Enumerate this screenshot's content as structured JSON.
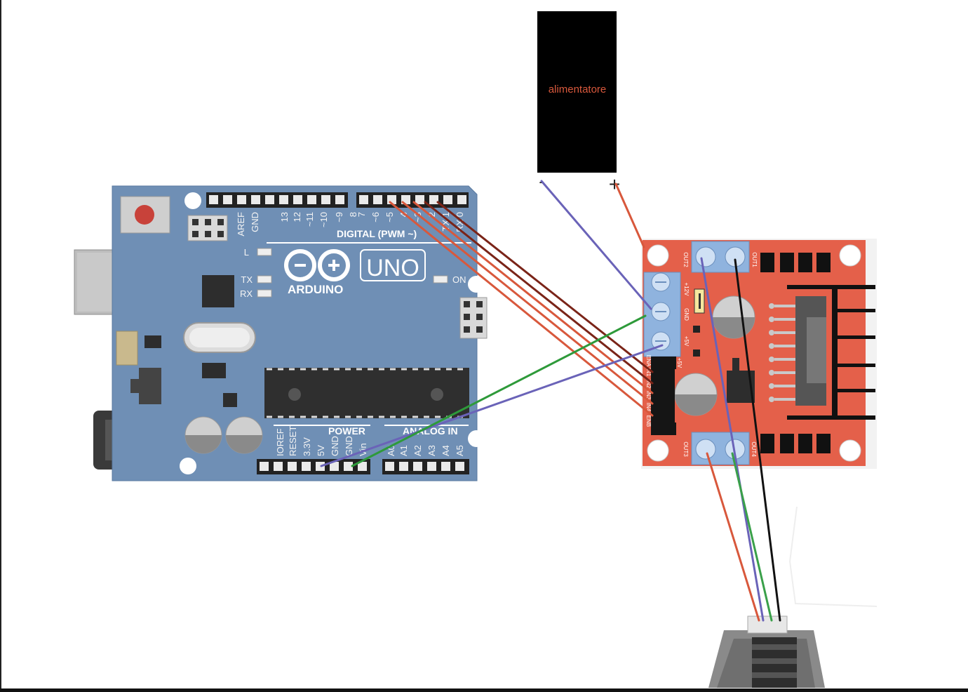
{
  "psu": {
    "label": "alimentatore",
    "minus": "-",
    "plus": "+"
  },
  "arduino": {
    "brand": "ARDUINO",
    "model": "UNO",
    "digital_label": "DIGITAL (PWM ~)",
    "power_label": "POWER",
    "analog_label": "ANALOG IN",
    "led_l": "L",
    "led_tx": "TX",
    "led_rx": "RX",
    "led_on": "ON",
    "top_pins": [
      "AREF",
      "GND",
      "13",
      "12",
      "~11",
      "~10",
      "~9",
      "8",
      "7",
      "~6",
      "~5",
      "4",
      "~3",
      "2",
      "TX 1",
      "RX 0"
    ],
    "bottom_pins": [
      "IOREF",
      "RESET",
      "3.3V",
      "5V",
      "GND",
      "GND",
      "Vin",
      "A0",
      "A1",
      "A2",
      "A3",
      "A4",
      "A5"
    ]
  },
  "driver": {
    "labels": [
      "OUT2",
      "OUT1",
      "+12V",
      "GND",
      "+5V",
      "OUT3",
      "OUT4",
      "+5V",
      "ENA",
      "IN1",
      "IN2",
      "IN3",
      "IN4",
      "ENB"
    ]
  },
  "wire_colors": {
    "power_negative": "#6a63b8",
    "power_positive": "#d8583c",
    "signal_dark": "#7a2418",
    "signal_red": "#d8583c",
    "ground": "#6a63b8",
    "vin": "#2e9a3a",
    "motor_black": "#111111",
    "motor_blue": "#6a63b8",
    "motor_green": "#3aa04a",
    "motor_red": "#d8583c"
  }
}
